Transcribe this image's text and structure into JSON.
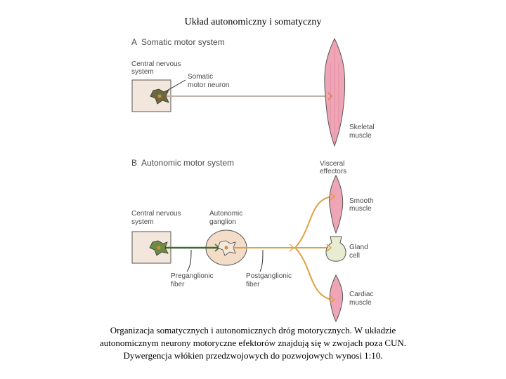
{
  "title": "Układ autonomiczny i somatyczny",
  "section_a": {
    "letter": "A",
    "heading": "Somatic motor system"
  },
  "section_b": {
    "letter": "B",
    "heading": "Autonomic motor system"
  },
  "labels": {
    "cns_a": [
      "Central nervous",
      "system"
    ],
    "somatic_neuron": [
      "Somatic",
      "motor neuron"
    ],
    "skeletal": [
      "Skeletal",
      "muscle"
    ],
    "visceral": [
      "Visceral",
      "effectors"
    ],
    "cns_b": [
      "Central nervous",
      "system"
    ],
    "ganglion": [
      "Autonomic",
      "ganglion"
    ],
    "smooth": [
      "Smooth",
      "muscle"
    ],
    "gland": [
      "Gland",
      "cell"
    ],
    "cardiac": [
      "Cardiac",
      "muscle"
    ],
    "preganglionic": [
      "Preganglionic",
      "fiber"
    ],
    "postganglionic": [
      "Postganglionic",
      "fiber"
    ]
  },
  "caption": [
    "Organizacja somatycznych i autonomicznych dróg motorycznych. W układzie",
    "autonomicznym neurony motoryczne efektorów znajdują się w zwojach poza CUN.",
    "Dywergencja włókien przedzwojowych do pozwojowych wynosi 1:10."
  ],
  "colors": {
    "cns_box": "#f3e6dc",
    "muscle": "#f0a5b6",
    "preganglionic_fiber": "#3e6b2e",
    "postganglionic_fiber": "#e0a040",
    "somatic_fiber": "#c0b4ac",
    "gland": "#e8ecd2"
  }
}
